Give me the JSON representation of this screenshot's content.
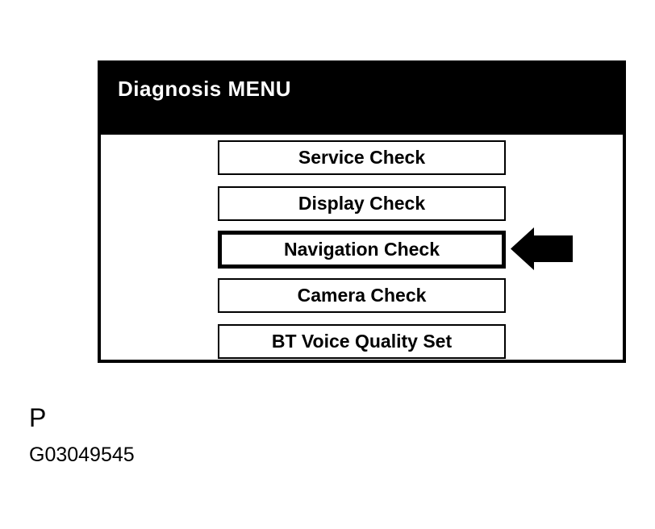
{
  "panel": {
    "title": "Diagnosis MENU",
    "buttons": [
      {
        "label": "Service Check",
        "selected": false
      },
      {
        "label": "Display Check",
        "selected": false
      },
      {
        "label": "Navigation Check",
        "selected": true
      },
      {
        "label": "Camera Check",
        "selected": false
      },
      {
        "label": "BT Voice Quality Set",
        "selected": false
      }
    ]
  },
  "pointer": {
    "icon": "arrow-left-icon",
    "points_to": "Navigation Check"
  },
  "annotations": {
    "figure_label": "P",
    "figure_id": "G03049545"
  },
  "colors": {
    "foreground": "#000000",
    "background": "#ffffff"
  }
}
